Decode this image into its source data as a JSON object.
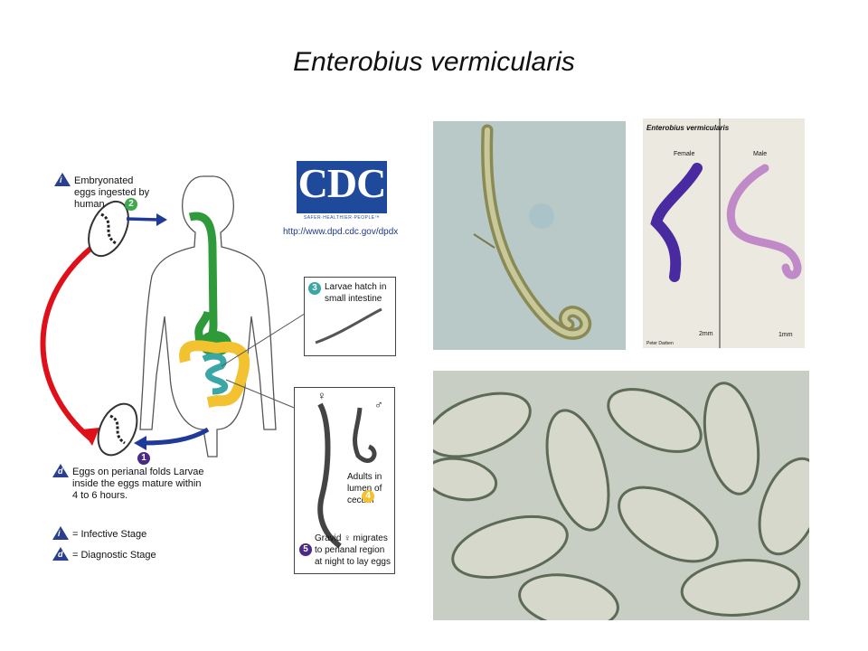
{
  "page": {
    "title": "Enterobius vermicularis"
  },
  "lifecycle": {
    "logo_text": "CDC",
    "logo_tagline": "SAFER·HEALTHIER·PEOPLE™",
    "url": "http://www.dpd.cdc.gov/dpdx",
    "stage_1_label": "Embryonated eggs ingested by human",
    "stage_2_num": "2",
    "stage_3_label": "Larvae hatch in small intestine",
    "stage_3_num": "3",
    "stage_4_label": "Adults in lumen of cecum",
    "stage_4_num": "4",
    "stage_5_label": "Gravid ♀ migrates to perianal region at night to lay eggs",
    "stage_5_num": "5",
    "stage_d_label": "Eggs on perianal folds Larvae inside the eggs mature within 4 to 6 hours.",
    "stage_1_num": "1",
    "female_symbol": "♀",
    "male_symbol": "♂",
    "legend_infective": "= Infective Stage",
    "legend_diagnostic": "= Diagnostic Stage",
    "legend_i": "i",
    "legend_d": "d"
  },
  "stained_photo": {
    "title": "Enterobius vermicularis",
    "female": "Female",
    "male": "Male",
    "scale_female": "2mm",
    "scale_male": "1mm",
    "credit": "Peter Darben"
  },
  "colors": {
    "red_arrow": "#e0101a",
    "blue_arrow": "#1f3a9a",
    "gut_green": "#2e9a3a",
    "colon_yellow": "#f2c230",
    "intestine_teal": "#3aa6a6",
    "badge_green": "#3aaa4a",
    "badge_yellow": "#f2c230",
    "badge_purple": "#4a2a86"
  }
}
